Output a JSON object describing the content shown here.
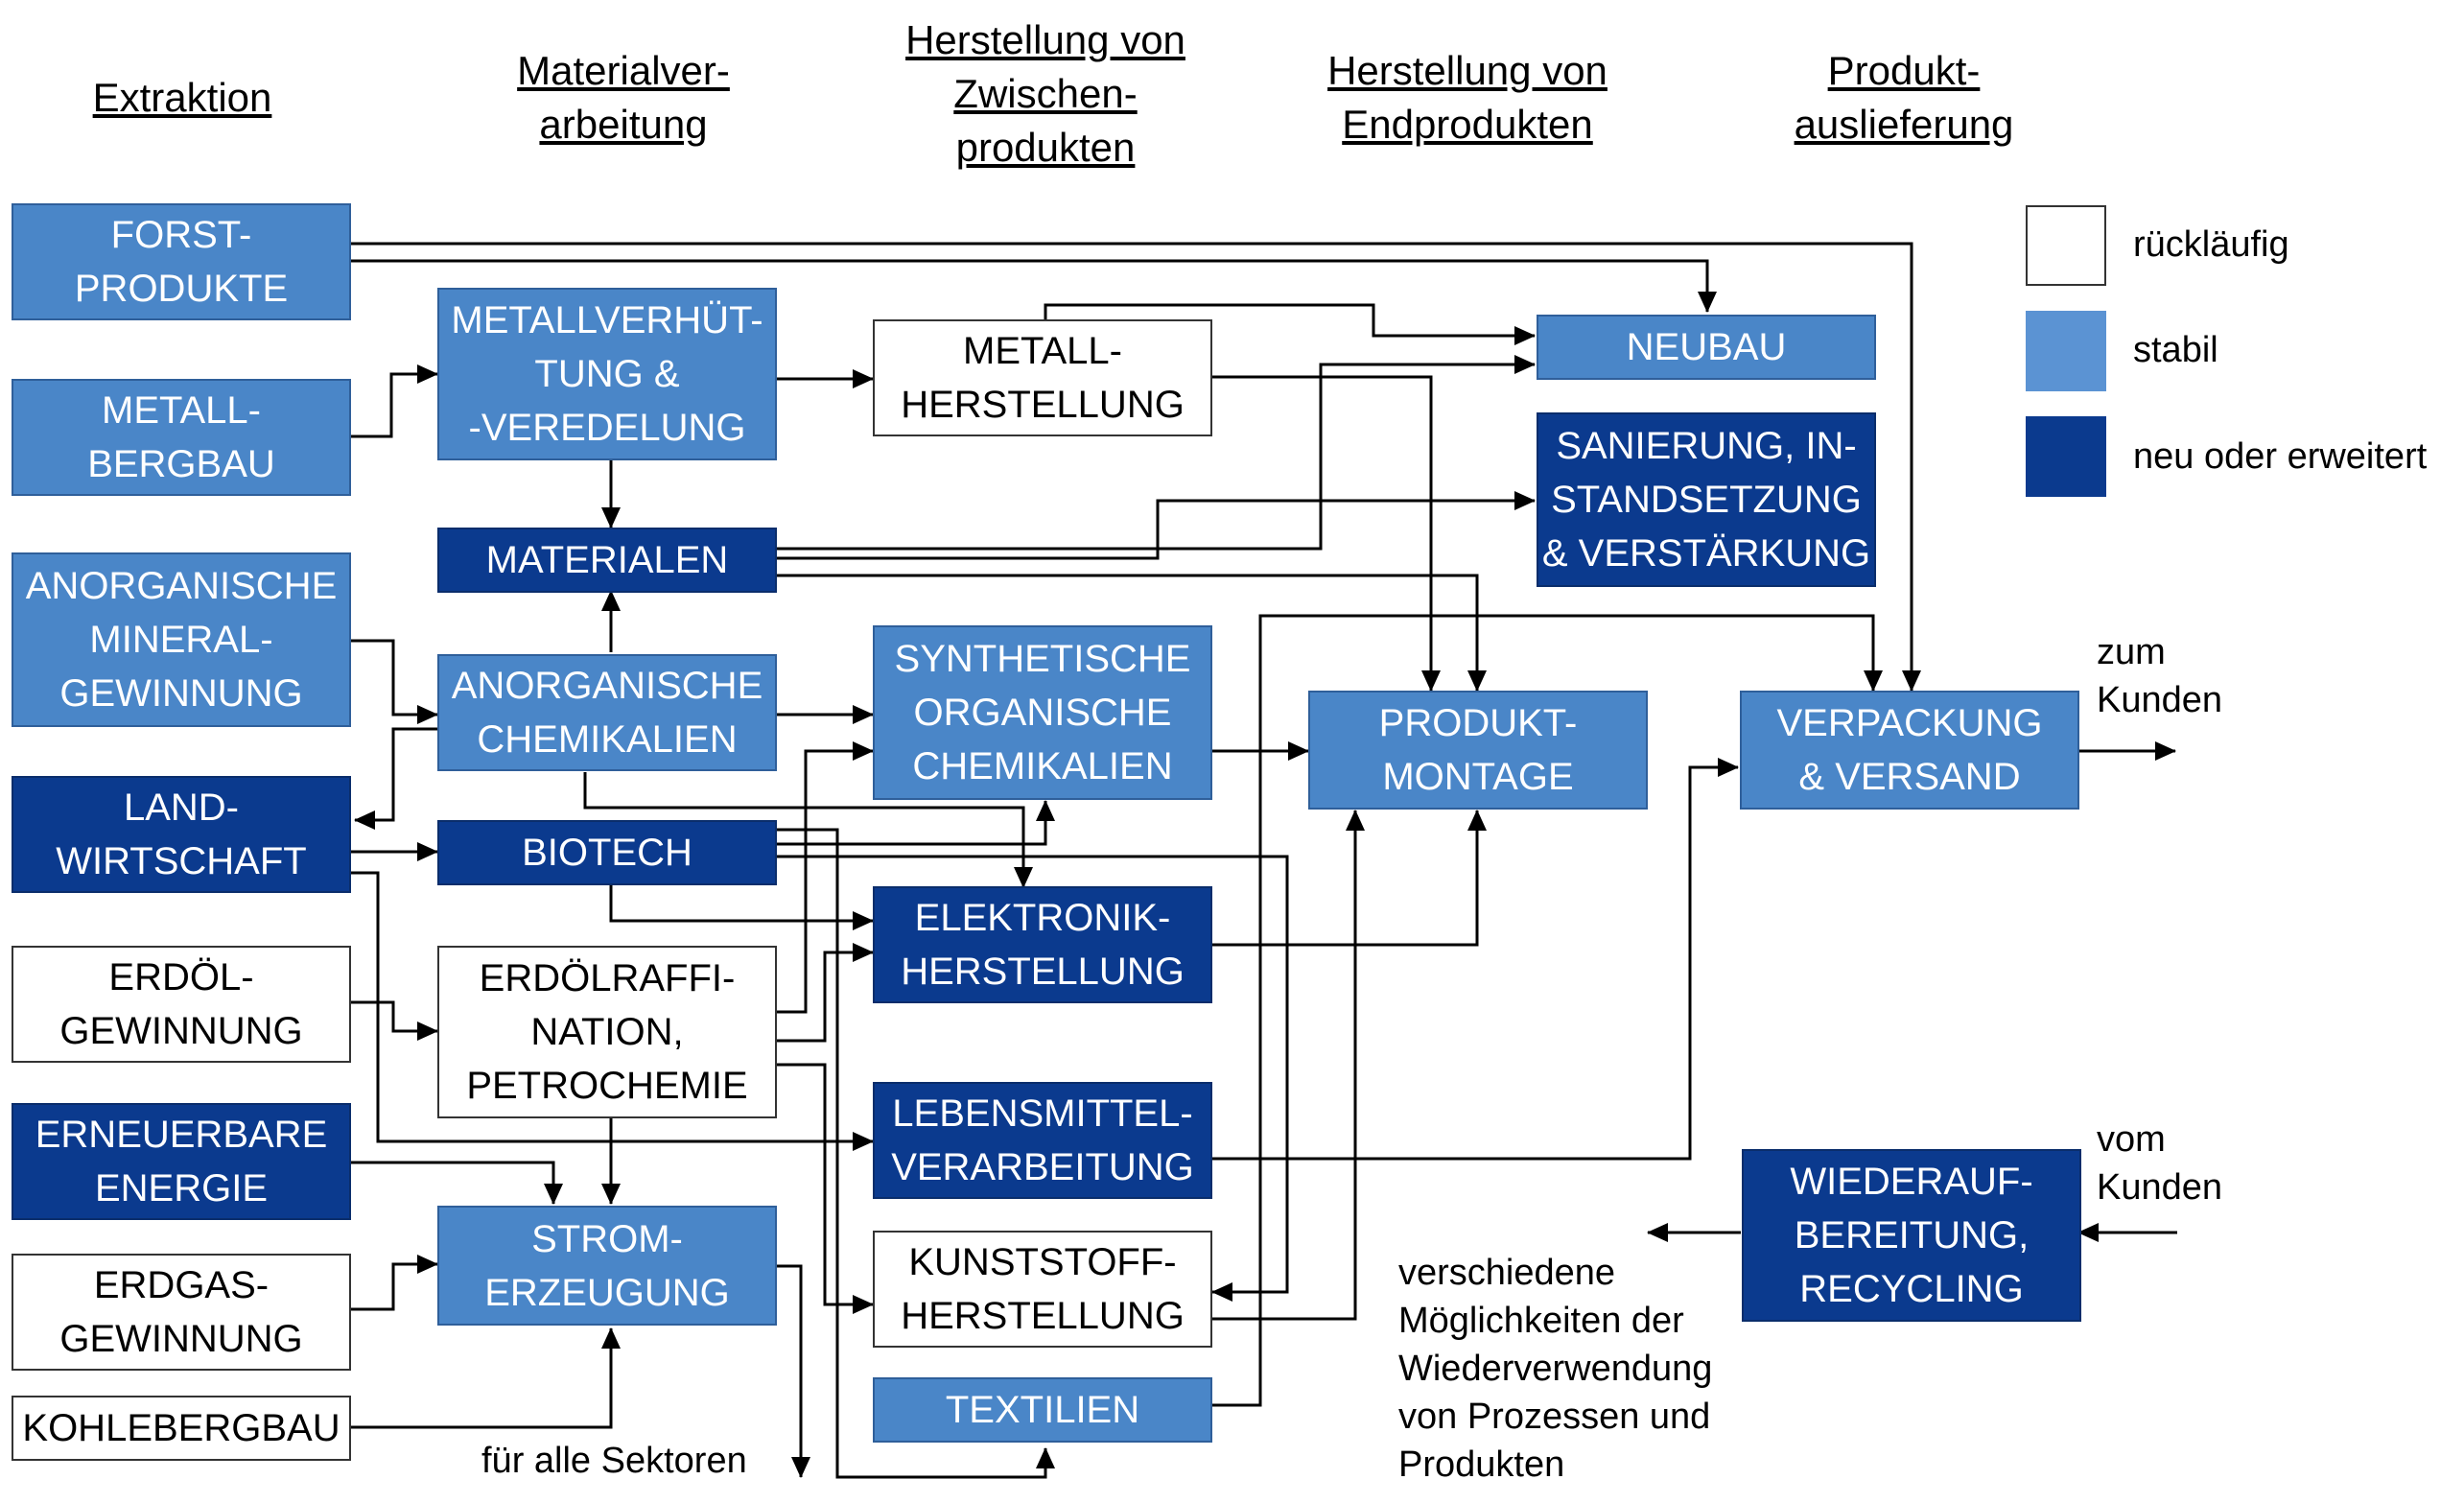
{
  "headers": {
    "extraktion": "Extraktion",
    "materialverarbeitung": "Materialver-\narbeitung",
    "zwischenprodukte": "Herstellung von\nZwischen-\nprodukten",
    "endprodukte": "Herstellung von\nEndprodukten",
    "produktauslieferung": "Produkt-\nauslieferung"
  },
  "boxes": {
    "forstprodukte": "FORST-\nPRODUKTE",
    "metallbergbau": "METALL-\nBERGBAU",
    "anorganische_mineralgewinnung": "ANORGANISCHE\nMINERAL-\nGEWINNUNG",
    "landwirtschaft": "LAND-\nWIRTSCHAFT",
    "erdoelgewinnung": "ERDÖL-\nGEWINNUNG",
    "erneuerbare_energie": "ERNEUERBARE\nENERGIE",
    "erdgasgewinnung": "ERDGAS-\nGEWINNUNG",
    "kohlebergbau": "KOHLEBERGBAU",
    "metallverhuettung": "METALLVERHÜT-\nTUNG &\n-VEREDELUNG",
    "materialen": "MATERIALEN",
    "anorganische_chemikalien": "ANORGANISCHE\nCHEMIKALIEN",
    "biotech": "BIOTECH",
    "erdoelraffination": "ERDÖLRAFFI-\nNATION,\nPETROCHEMIE",
    "stromerzeugung": "STROM-\nERZEUGUNG",
    "metallherstellung": "METALL-\nHERSTELLUNG",
    "synthetische_chemikalien": "SYNTHETISCHE\nORGANISCHE\nCHEMIKALIEN",
    "elektronikherstellung": "ELEKTRONIK-\nHERSTELLUNG",
    "lebensmittelverarbeitung": "LEBENSMITTEL-\nVERARBEITUNG",
    "kunststoffherstellung": "KUNSTSTOFF-\nHERSTELLUNG",
    "textilien": "TEXTILIEN",
    "neubau": "NEUBAU",
    "sanierung": "SANIERUNG, IN-\nSTANDSETZUNG\n& VERSTÄRKUNG",
    "produktmontage": "PRODUKT-\nMONTAGE",
    "verpackung": "VERPACKUNG\n& VERSAND",
    "wiederaufbereitung": "WIEDERAUF-\nBEREITUNG,\nRECYCLING"
  },
  "labels": {
    "fuer_alle_sektoren": "für alle Sektoren",
    "zum_kunden": "zum\nKunden",
    "vom_kunden": "vom\nKunden",
    "verschiedene": "verschiedene\nMöglichkeiten der\nWiederverwendung\nvon Prozessen und\nProdukten"
  },
  "legend": {
    "ruecklaeufig": "rückläufig",
    "stabil": "stabil",
    "neu": "neu oder erweitert"
  },
  "colors": {
    "white": "#ffffff",
    "stabil": "#4a86c8",
    "neu": "#0b3a8e",
    "line": "#000000"
  }
}
